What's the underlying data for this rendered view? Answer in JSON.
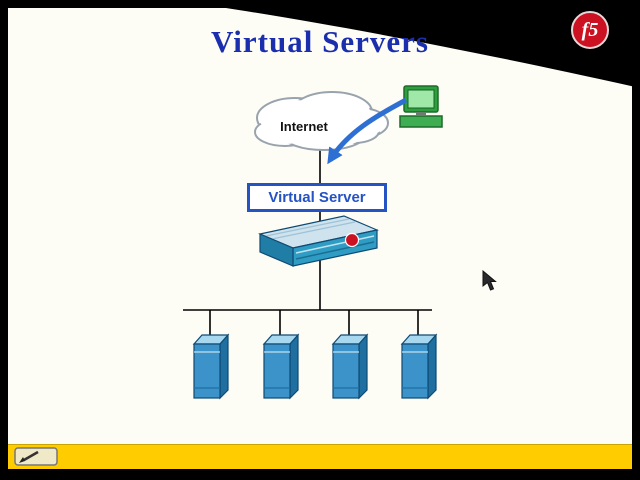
{
  "slide": {
    "title": "Virtual Servers",
    "logo": {
      "text": "f5"
    },
    "diagram": {
      "internet_label": "Internet",
      "virtual_server_label": "Virtual Server",
      "server_count": 4
    },
    "colors": {
      "title": "#1b2fae",
      "accent_blue": "#2553c4",
      "arrow_blue": "#2d6fd2",
      "server_front": "#3b93c9",
      "server_top": "#a8d8f0",
      "server_side": "#1f6fa0",
      "appliance_teal": "#2f9cc4",
      "footer_yellow": "#ffcc00",
      "logo_red": "#cc1122"
    }
  }
}
